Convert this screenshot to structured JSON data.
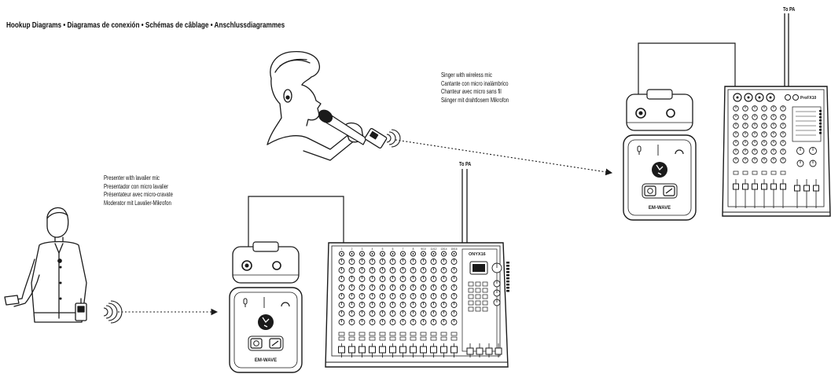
{
  "header": {
    "title": "Hookup Diagrams • Diagramas de conexión • Schémas de câblage • Anschlussdiagrammes"
  },
  "singer_caption": [
    "Singer with wireless mic",
    "Cantante con micro inalámbrico",
    "Chanteur avec micro sans fil",
    "Sänger mit drahtlosem Mikrofon"
  ],
  "presenter_caption": [
    "Presenter with lavalier mic",
    "Presentador con micro lavalier",
    "Présentateur avec micro-cravate",
    "Moderator mit Lavalier-Mikrofon"
  ],
  "to_pa_label": "To PA",
  "receiver": {
    "model_label": "EM-WAVE"
  },
  "mixers": {
    "large": {
      "brand_label": "ONYX16",
      "channel_numbers": [
        "1",
        "2",
        "3",
        "4",
        "5",
        "6",
        "7",
        "8",
        "9/10",
        "11/12",
        "13/14",
        "15/16"
      ]
    },
    "small": {
      "brand_label": "ProFX10"
    }
  },
  "colors": {
    "line": "#1a1a1a",
    "device_fill": "#ffffff",
    "panel_grey": "#e6e6e6"
  }
}
